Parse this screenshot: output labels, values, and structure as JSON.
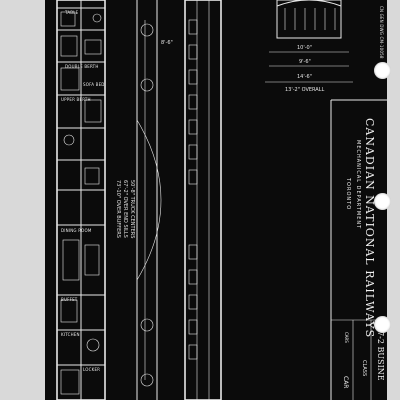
{
  "title_block": {
    "company": "CANADIAN NATIONAL RAILWAYS",
    "department": "MECHANICAL DEPARTMENT",
    "city": "TORONTO",
    "drawing_no": "67-2 BUSINE",
    "class_label": "CLASS",
    "car_label": "CAR",
    "sheet_label": "CARS"
  },
  "header_ref": "CN GEN DWG CM-10058",
  "dimensions": {
    "truck_centers": "50'-8\" TRUCK CENTERS",
    "over_end_sills": "67'-2\" OVER END SILLS",
    "over_buffers": "73'-10\" OVER BUFFERS",
    "wheel_base": "8'-6\"",
    "overall": "13'-2\" OVERALL",
    "width_1": "10'-0\"",
    "width_2": "9'-6\"",
    "width_3": "14'-6\""
  },
  "room_labels": {
    "table": "TABLE",
    "upper_berth": "UPPER BERTH",
    "sofa_bed": "SOFA BED",
    "double_berth": "DOUBLE BERTH",
    "kitchen": "KITCHEN",
    "dining_room": "DINING ROOM",
    "buffet": "BUFFET",
    "locker": "LOCKER"
  }
}
